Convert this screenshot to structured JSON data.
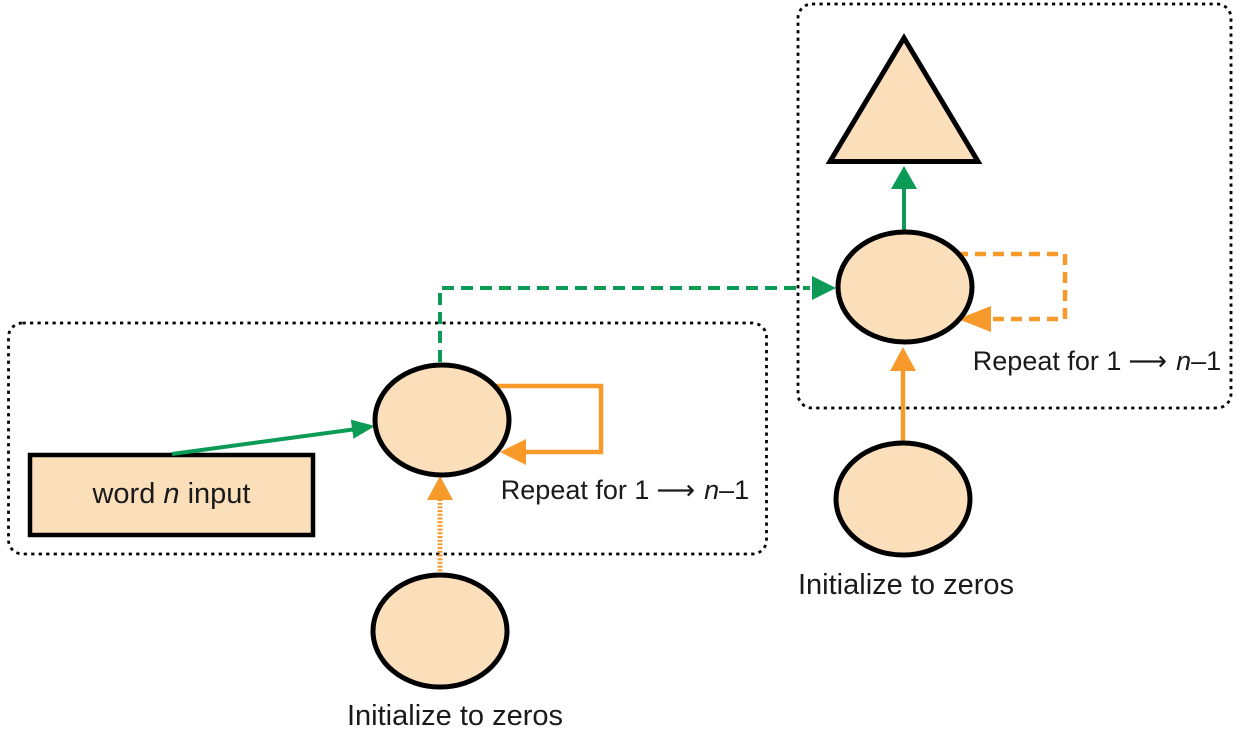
{
  "colors": {
    "fill": "#FBDFBA",
    "ink": "#000000",
    "green": "#0B9B57",
    "orange": "#F89A2B",
    "text": "#1A1A1A"
  },
  "left_section": {
    "input_label": {
      "pre": "word ",
      "var": "n",
      "post": " input"
    },
    "repeat_label": {
      "pre": "Repeat for 1",
      "arrow": "⟶",
      "var": "n",
      "post": "–1"
    },
    "init_label": "Initialize to zeros"
  },
  "right_section": {
    "repeat_label": {
      "pre": "Repeat for 1",
      "arrow": "⟶",
      "var": "n",
      "post": "–1"
    },
    "init_label": "Initialize to zeros"
  }
}
